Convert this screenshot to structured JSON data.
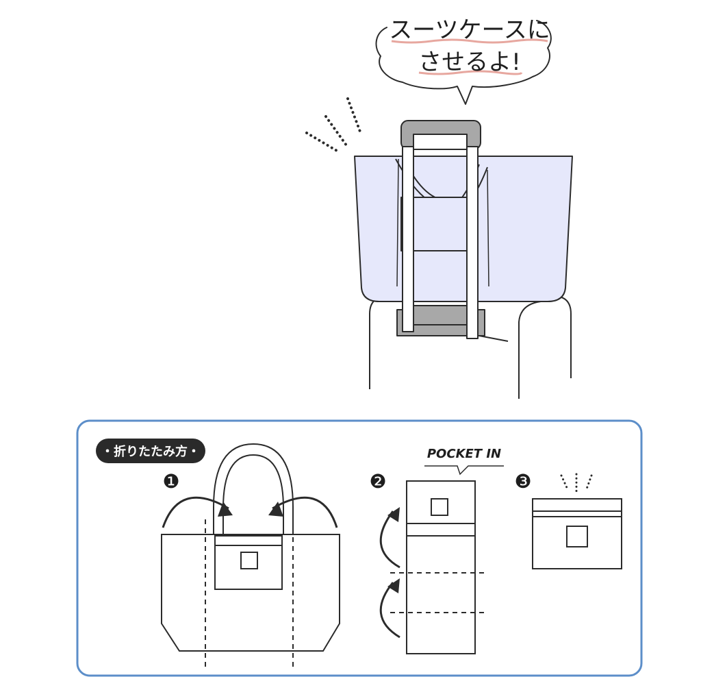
{
  "speech_bubble": {
    "line1": "スーツケースに",
    "line2": "させるよ!"
  },
  "instructions": {
    "badge_label": "・折りたたみ方・",
    "step1_number": "❶",
    "step2_number": "❷",
    "step3_number": "❸",
    "pocket_label": "POCKET IN"
  },
  "colors": {
    "bag_fill": "#e6e8fb",
    "panel_border": "#5c8ec9",
    "handle_gray": "#a8a8a8",
    "bubble_underline": "#e7a79f",
    "badge_fill": "#2a2a2a",
    "line": "#2b2b2b"
  }
}
